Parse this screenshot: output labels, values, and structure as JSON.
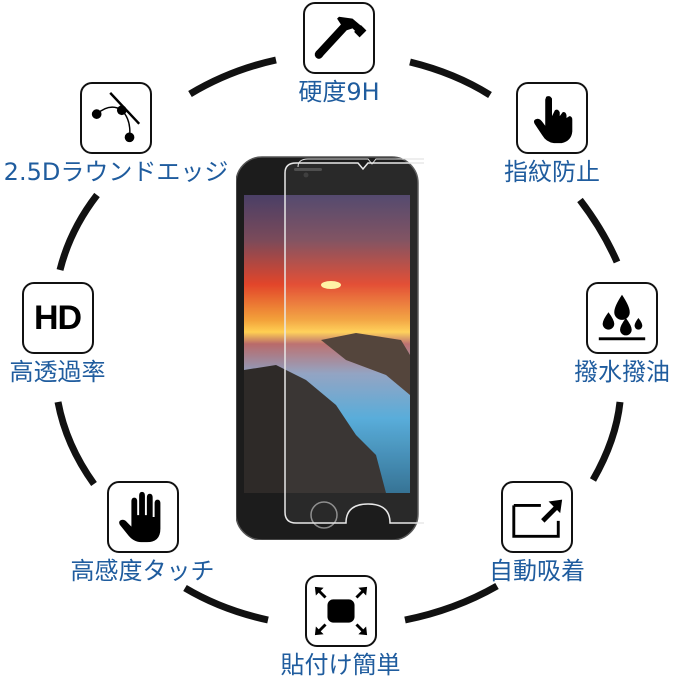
{
  "features": [
    {
      "id": "hardness",
      "label": "硬度9H",
      "icon": "hammer-icon"
    },
    {
      "id": "anti-fingerprint",
      "label": "指紋防止",
      "icon": "pointing-hand-icon"
    },
    {
      "id": "water-oil-repellent",
      "label": "撥水撥油",
      "icon": "water-drops-icon"
    },
    {
      "id": "auto-adhesion",
      "label": "自動吸着",
      "icon": "expand-arrow-icon"
    },
    {
      "id": "easy-application",
      "label": "貼付け簡単",
      "icon": "expand-arrows-icon"
    },
    {
      "id": "high-sensitivity-touch",
      "label": "高感度タッチ",
      "icon": "hand-icon"
    },
    {
      "id": "high-transparency",
      "label": "高透過率",
      "icon": "hd-icon"
    },
    {
      "id": "round-edge",
      "label": "2.5Dラウンドエッジ",
      "icon": "curve-edge-icon"
    }
  ],
  "hd_text": "HD",
  "colors": {
    "label": "#1f5c9e",
    "ring": "#111111",
    "phone": "#1a1a1a"
  }
}
